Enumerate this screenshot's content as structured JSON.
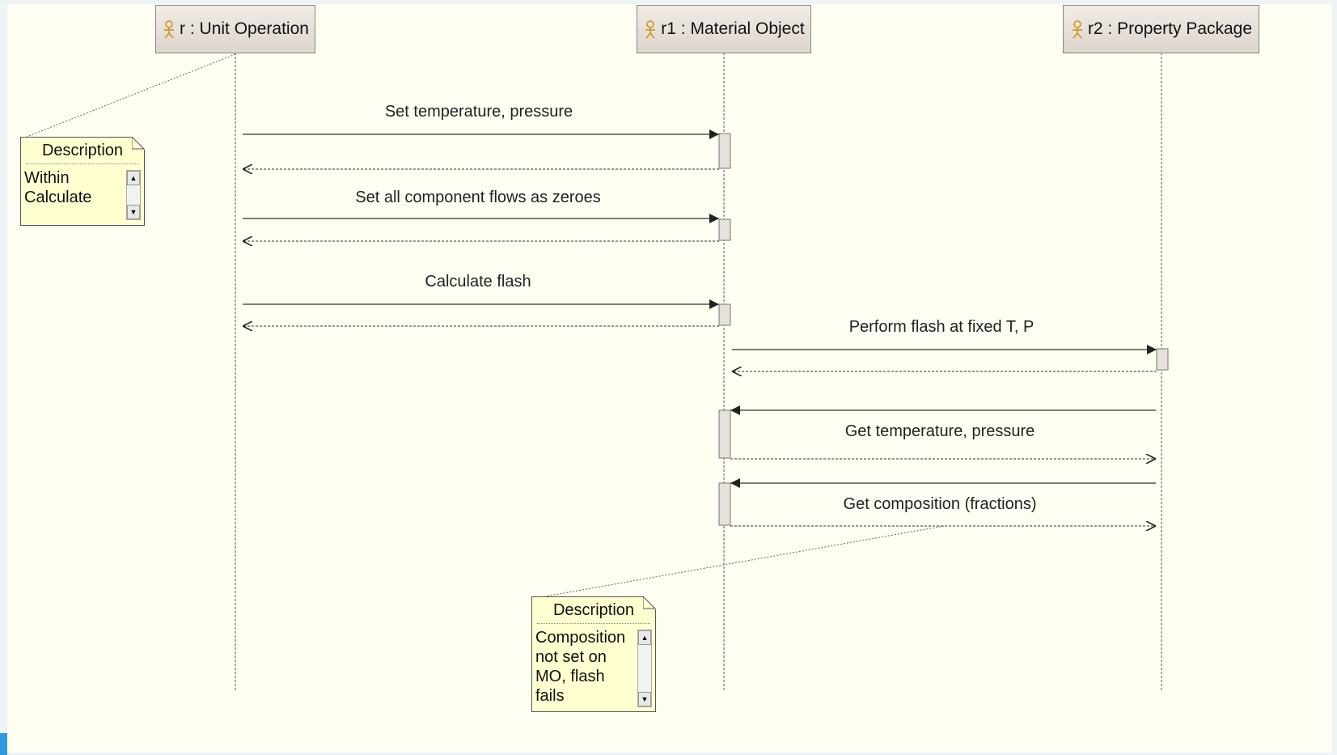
{
  "lifelines": [
    {
      "label": "r : Unit Operation",
      "icon": "actor-icon"
    },
    {
      "label": "r1 : Material Object",
      "icon": "actor-icon"
    },
    {
      "label": "r2 : Property Package",
      "icon": "actor-icon"
    }
  ],
  "messages": [
    {
      "label": "Set temperature, pressure"
    },
    {
      "label": "Set all component flows as zeroes"
    },
    {
      "label": "Calculate flash"
    },
    {
      "label": "Perform flash at fixed T, P"
    },
    {
      "label": "Get temperature, pressure"
    },
    {
      "label": "Get composition (fractions)"
    }
  ],
  "notes": [
    {
      "title": "Description",
      "lines": [
        "Within",
        "Calculate"
      ]
    },
    {
      "title": "Description",
      "lines": [
        "Composition",
        "not set on",
        "MO, flash",
        "fails"
      ]
    }
  ],
  "colors": {
    "canvas": "#fefef3",
    "note": "#ffffd0",
    "head": "#e8e2dc",
    "line": "#333333",
    "accent": "#2d9be0"
  }
}
